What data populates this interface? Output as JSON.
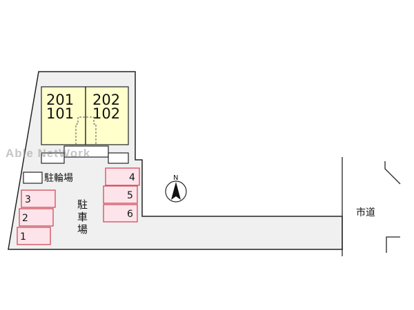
{
  "watermark": "Able NetWork",
  "units": [
    {
      "upper": "201",
      "lower": "101"
    },
    {
      "upper": "202",
      "lower": "102"
    }
  ],
  "parking_slots": [
    "1",
    "2",
    "3",
    "4",
    "5",
    "6"
  ],
  "bicycle_parking_label": "駐輪場",
  "parking_label": [
    "駐",
    "車",
    "場"
  ],
  "road_label": "市道",
  "north_label": "N",
  "colors": {
    "lot": "#f0f0f0",
    "building": "#ffffcc",
    "slot_fill": "#fde4ea",
    "slot_border": "#d04a5a"
  }
}
